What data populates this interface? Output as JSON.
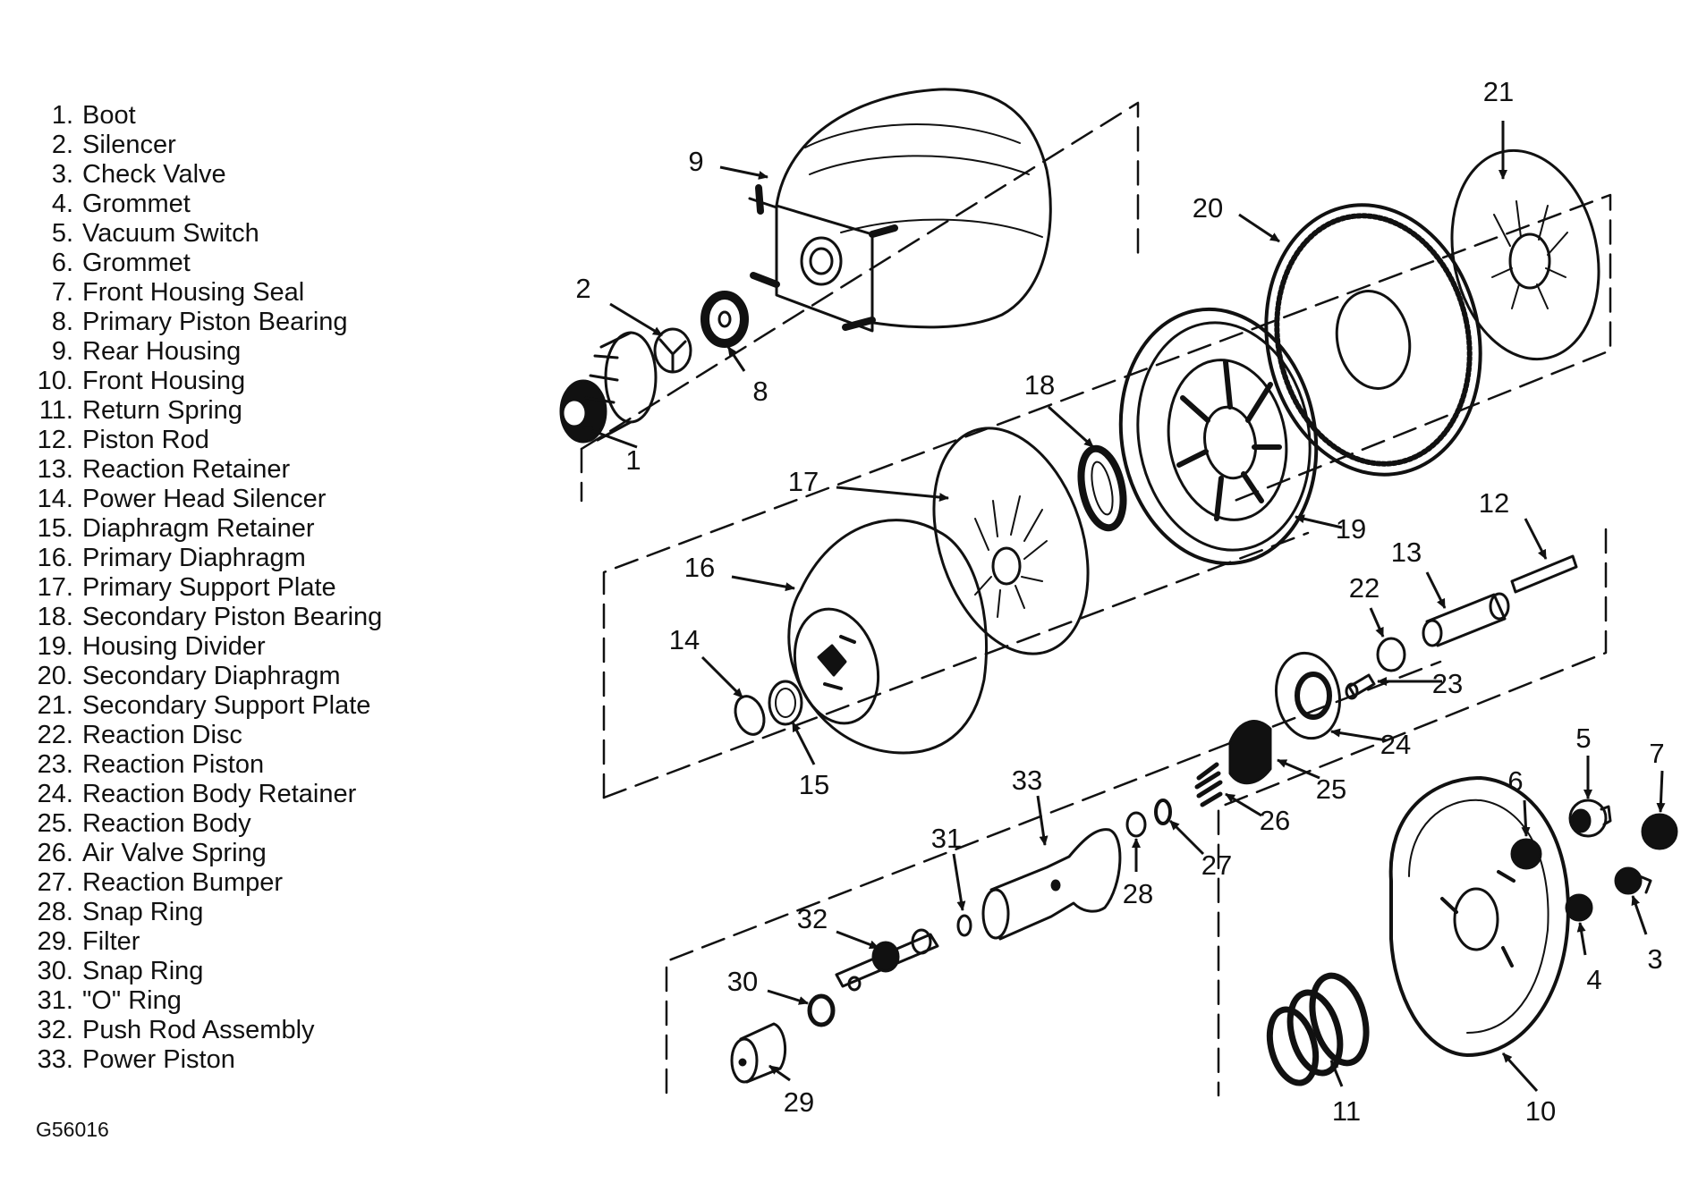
{
  "legend": [
    {
      "num": "1.",
      "label": "Boot"
    },
    {
      "num": "2.",
      "label": "Silencer"
    },
    {
      "num": "3.",
      "label": "Check Valve"
    },
    {
      "num": "4.",
      "label": "Grommet"
    },
    {
      "num": "5.",
      "label": "Vacuum Switch"
    },
    {
      "num": "6.",
      "label": "Grommet"
    },
    {
      "num": "7.",
      "label": "Front Housing Seal"
    },
    {
      "num": "8.",
      "label": "Primary Piston Bearing"
    },
    {
      "num": "9.",
      "label": "Rear Housing"
    },
    {
      "num": "10.",
      "label": "Front Housing"
    },
    {
      "num": "11.",
      "label": "Return Spring"
    },
    {
      "num": "12.",
      "label": "Piston Rod"
    },
    {
      "num": "13.",
      "label": "Reaction Retainer"
    },
    {
      "num": "14.",
      "label": "Power Head Silencer"
    },
    {
      "num": "15.",
      "label": "Diaphragm Retainer"
    },
    {
      "num": "16.",
      "label": "Primary Diaphragm"
    },
    {
      "num": "17.",
      "label": "Primary Support Plate"
    },
    {
      "num": "18.",
      "label": "Secondary Piston Bearing"
    },
    {
      "num": "19.",
      "label": "Housing Divider"
    },
    {
      "num": "20.",
      "label": "Secondary Diaphragm"
    },
    {
      "num": "21.",
      "label": "Secondary Support Plate"
    },
    {
      "num": "22.",
      "label": "Reaction Disc"
    },
    {
      "num": "23.",
      "label": "Reaction Piston"
    },
    {
      "num": "24.",
      "label": "Reaction Body Retainer"
    },
    {
      "num": "25.",
      "label": "Reaction Body"
    },
    {
      "num": "26.",
      "label": "Air Valve Spring"
    },
    {
      "num": "27.",
      "label": "Reaction Bumper"
    },
    {
      "num": "28.",
      "label": "Snap Ring"
    },
    {
      "num": "29.",
      "label": "Filter"
    },
    {
      "num": "30.",
      "label": "Snap Ring"
    },
    {
      "num": "31.",
      "label": "\"O\" Ring"
    },
    {
      "num": "32.",
      "label": "Push Rod Assembly"
    },
    {
      "num": "33.",
      "label": "Power Piston"
    }
  ],
  "figure_code": "G56016",
  "callouts": [
    "1",
    "2",
    "3",
    "4",
    "5",
    "6",
    "7",
    "8",
    "9",
    "10",
    "11",
    "12",
    "13",
    "14",
    "15",
    "16",
    "17",
    "18",
    "19",
    "20",
    "21",
    "22",
    "23",
    "24",
    "25",
    "26",
    "27",
    "28",
    "29",
    "30",
    "31",
    "32",
    "33"
  ],
  "colors": {
    "ink": "#111111",
    "background": "#ffffff"
  }
}
